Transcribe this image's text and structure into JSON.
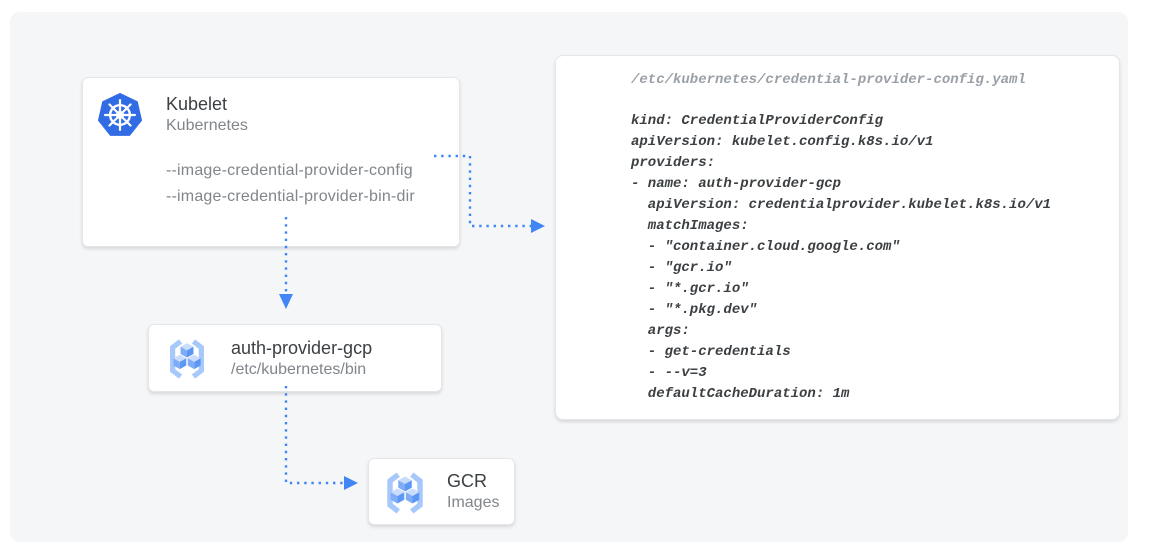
{
  "diagram": {
    "title_hint": "Kubelet image credential provider flow"
  },
  "nodes": {
    "kubelet": {
      "title": "Kubelet",
      "subtitle": "Kubernetes",
      "flags": [
        "--image-credential-provider-config",
        "--image-credential-provider-bin-dir"
      ]
    },
    "auth_provider": {
      "title": "auth-provider-gcp",
      "subtitle": "/etc/kubernetes/bin"
    },
    "gcr": {
      "title": "GCR",
      "subtitle": "Images"
    }
  },
  "config_file": {
    "path": "/etc/kubernetes/credential-provider-config.yaml",
    "lines": [
      "kind: CredentialProviderConfig",
      "apiVersion: kubelet.config.k8s.io/v1",
      "providers:",
      "- name: auth-provider-gcp",
      "  apiVersion: credentialprovider.kubelet.k8s.io/v1",
      "  matchImages:",
      "  - \"container.cloud.google.com\"",
      "  - \"gcr.io\"",
      "  - \"*.gcr.io\"",
      "  - \"*.pkg.dev\"",
      "  args:",
      "  - get-credentials",
      "  - --v=3",
      "  defaultCacheDuration: 1m"
    ]
  },
  "icons": {
    "kubelet": "kubernetes-helm-icon",
    "auth_provider": "container-registry-icon",
    "gcr": "container-registry-icon"
  },
  "colors": {
    "arrow_blue": "#4285f4",
    "kubernetes_blue": "#326ce5",
    "registry_cube_top": "#cadcfc",
    "registry_cube_left": "#7facf8",
    "registry_cube_right": "#5c97f6",
    "registry_bracket": "#a6c8fa",
    "board_background": "#f5f6f7",
    "text_dark": "#3c4043",
    "text_gray": "#80868b",
    "code_path_gray": "#9aa0a6"
  }
}
